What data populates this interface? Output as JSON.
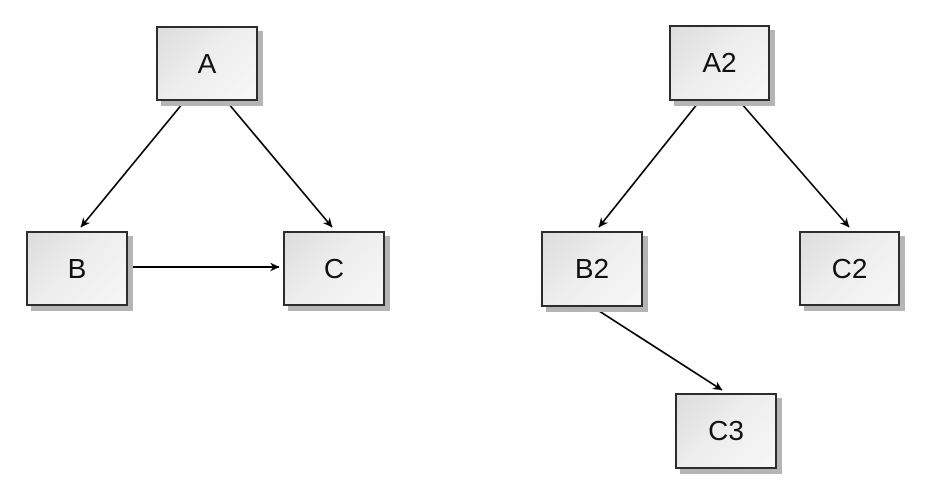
{
  "canvas": {
    "background": "#ffffff"
  },
  "colors": {
    "node_fill_start": "#dcdcdc",
    "node_fill_end": "#f7f7f7",
    "node_border": "#2d2d2d",
    "node_shadow": "#b5b5b5",
    "edge": "#000000",
    "label": "#111111"
  },
  "diagrams": {
    "left": {
      "nodes": [
        {
          "id": "A",
          "label": "A"
        },
        {
          "id": "B",
          "label": "B"
        },
        {
          "id": "C",
          "label": "C"
        }
      ],
      "edges": [
        {
          "from": "A",
          "to": "B"
        },
        {
          "from": "A",
          "to": "C"
        },
        {
          "from": "B",
          "to": "C"
        }
      ]
    },
    "right": {
      "nodes": [
        {
          "id": "A2",
          "label": "A2"
        },
        {
          "id": "B2",
          "label": "B2"
        },
        {
          "id": "C2",
          "label": "C2"
        },
        {
          "id": "C3",
          "label": "C3"
        }
      ],
      "edges": [
        {
          "from": "A2",
          "to": "B2"
        },
        {
          "from": "A2",
          "to": "C2"
        },
        {
          "from": "B2",
          "to": "C3"
        }
      ]
    }
  }
}
